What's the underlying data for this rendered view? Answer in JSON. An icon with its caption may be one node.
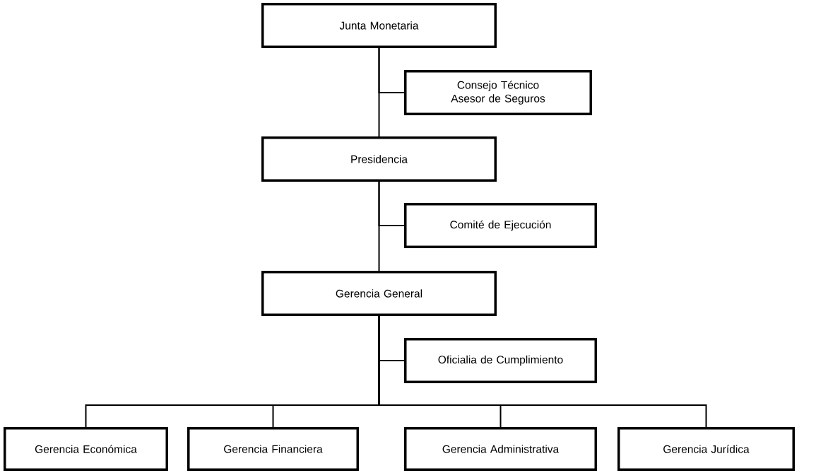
{
  "diagram": {
    "nodes": [
      {
        "text": [
          "Junta Monetaria"
        ]
      },
      {
        "text": [
          "Consejo Técnico Asesor de Seguros"
        ]
      },
      {
        "text": [
          "Presidencia"
        ]
      },
      {
        "text": [
          "Comité de Ejecución"
        ]
      },
      {
        "text": [
          "Gerencia General"
        ]
      },
      {
        "text": [
          "Oficialia de Cumplimiento"
        ]
      },
      {
        "text": [
          "Gerencia Económica"
        ]
      },
      {
        "text": [
          "Gerencia Financiera"
        ]
      },
      {
        "text": [
          "Gerencia Administrativa"
        ]
      },
      {
        "text": [
          "Gerencia Jurídica"
        ]
      }
    ],
    "edges": [
      {
        "from": 0,
        "to": 1,
        "arrow": "none"
      },
      {
        "from": 0,
        "to": 2,
        "arrow": "none"
      },
      {
        "from": 2,
        "to": 3,
        "arrow": "none"
      },
      {
        "from": 2,
        "to": 4,
        "arrow": "none"
      },
      {
        "from": 4,
        "to": 5,
        "arrow": "none"
      },
      {
        "from": 4,
        "to": 6,
        "arrow": "none"
      },
      {
        "from": 4,
        "to": 7,
        "arrow": "none"
      },
      {
        "from": 4,
        "to": 8,
        "arrow": "none"
      },
      {
        "from": 4,
        "to": 9,
        "arrow": "none"
      }
    ]
  }
}
